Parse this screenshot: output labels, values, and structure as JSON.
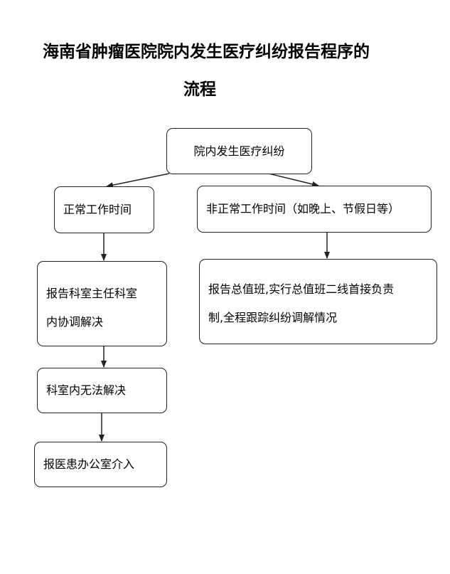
{
  "title": {
    "line1": "海南省肿瘤医院院内发生医疗纠纷报告程序的",
    "line2": "流程"
  },
  "nodes": {
    "start": "院内发生医疗纠纷",
    "normal_hours": "正常工作时间",
    "after_hours": "非正常工作时间（如晚上、节假日等）",
    "report_department": "报告科室主任科室\n内协调解决",
    "report_duty": "报告总值班,实行总值班二线首接负责\n制,全程跟踪纠纷调解情况",
    "unresolved": "科室内无法解决",
    "report_medical_office": "报医患办公室介入"
  }
}
